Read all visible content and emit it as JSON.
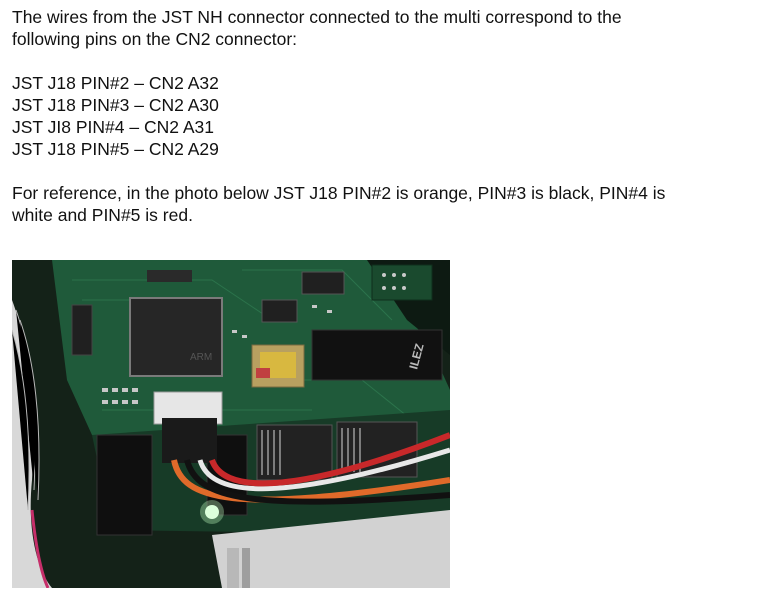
{
  "intro": {
    "line1": "The wires from the JST NH connector connected to the multi correspond to the",
    "line2": "following pins on the CN2 connector:"
  },
  "pin_map": [
    "JST J18 PIN#2 – CN2 A32",
    "JST J18 PIN#3 – CN2 A30",
    "JST JI8 PIN#4 – CN2 A31",
    "JST J18 PIN#5 – CN2 A29"
  ],
  "reference": {
    "line1": "For reference, in the photo below JST J18 PIN#2 is orange, PIN#3 is black, PIN#4 is",
    "line2": "white and PIN#5 is red."
  },
  "photo": {
    "chip_label": "ARM",
    "board_label": "ILEZ",
    "wire_colors": {
      "orange": "#e06a2a",
      "black": "#111111",
      "white": "#e8e8e8",
      "red": "#c8282a"
    },
    "pcb_color": "#1f5a3a"
  }
}
